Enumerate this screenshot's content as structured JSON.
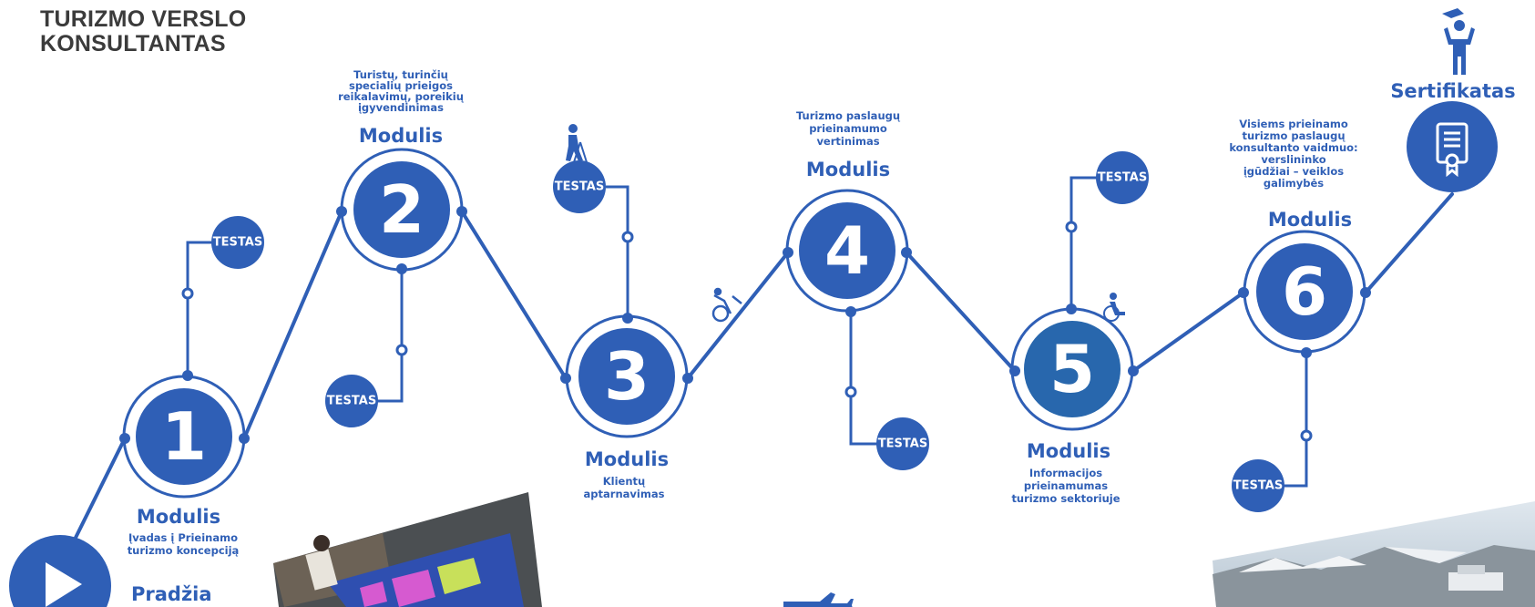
{
  "header": {
    "title_line1": "TURIZMO VERSLO",
    "title_line2": "KONSULTANTAS"
  },
  "colors": {
    "primary": "#2f5fb6",
    "module5_fill": "#2867ad",
    "title_text": "#3b3b3b",
    "white": "#ffffff"
  },
  "modules": [
    {
      "number": "1",
      "heading": "Modulis",
      "desc_line1": "Įvadas į Prieinamo",
      "desc_line2": "turizmo koncepciją"
    },
    {
      "number": "2",
      "heading": "Modulis",
      "desc_line1": "Turistų, turinčių",
      "desc_line2": "specialių prieigos",
      "desc_line3": "reikalavimų, poreikių",
      "desc_line4": "įgyvendinimas"
    },
    {
      "number": "3",
      "heading": "Modulis",
      "desc_line1": "Klientų",
      "desc_line2": "aptarnavimas"
    },
    {
      "number": "4",
      "heading": "Modulis",
      "desc_line1": "Turizmo paslaugų",
      "desc_line2": "prieinamumo",
      "desc_line3": "vertinimas"
    },
    {
      "number": "5",
      "heading": "Modulis",
      "desc_line1": "Informacijos",
      "desc_line2": "prieinamumas",
      "desc_line3": "turizmo sektoriuje"
    },
    {
      "number": "6",
      "heading": "Modulis",
      "desc_line1": "Visiems prieinamo",
      "desc_line2": "turizmo paslaugų",
      "desc_line3": "konsultanto vaidmuo:",
      "desc_line4": "verslininko",
      "desc_line5": "įgūdžiai – veiklos",
      "desc_line6": "galimybės"
    }
  ],
  "test_label": "TESTAS",
  "start": {
    "label": "Pradžia",
    "icon": "play-icon"
  },
  "certificate": {
    "label": "Sertifikatas",
    "icon": "certificate-icon",
    "person_icon": "graduate-person-icon"
  },
  "decor_icons": [
    "elderly-walker-icon",
    "wheelchair-icon",
    "wheelchair-user-icon",
    "airplane-icon"
  ],
  "photos": [
    "tactile-map-photo",
    "mountain-harbor-photo"
  ]
}
